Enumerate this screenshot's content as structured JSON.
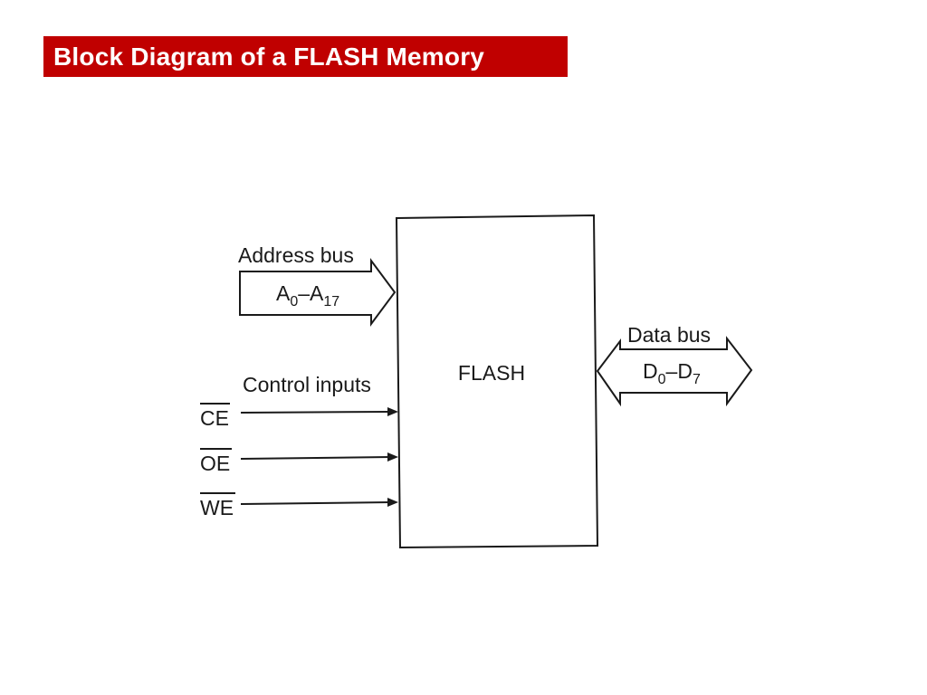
{
  "slide": {
    "title": "Block Diagram of a FLASH Memory",
    "title_bg_color": "#c00000",
    "title_text_color": "#ffffff"
  },
  "diagram": {
    "block_label": "FLASH",
    "address_bus": {
      "label": "Address bus",
      "range_start_base": "A",
      "range_start_sub": "0",
      "range_sep": "–",
      "range_end_base": "A",
      "range_end_sub": "17"
    },
    "data_bus": {
      "label": "Data bus",
      "range_start_base": "D",
      "range_start_sub": "0",
      "range_sep": "–",
      "range_end_base": "D",
      "range_end_sub": "7"
    },
    "control": {
      "label": "Control inputs",
      "signals": [
        {
          "name": "CE",
          "active_low": true
        },
        {
          "name": "OE",
          "active_low": true
        },
        {
          "name": "WE",
          "active_low": true
        }
      ]
    },
    "line_color": "#1a1a1a"
  }
}
